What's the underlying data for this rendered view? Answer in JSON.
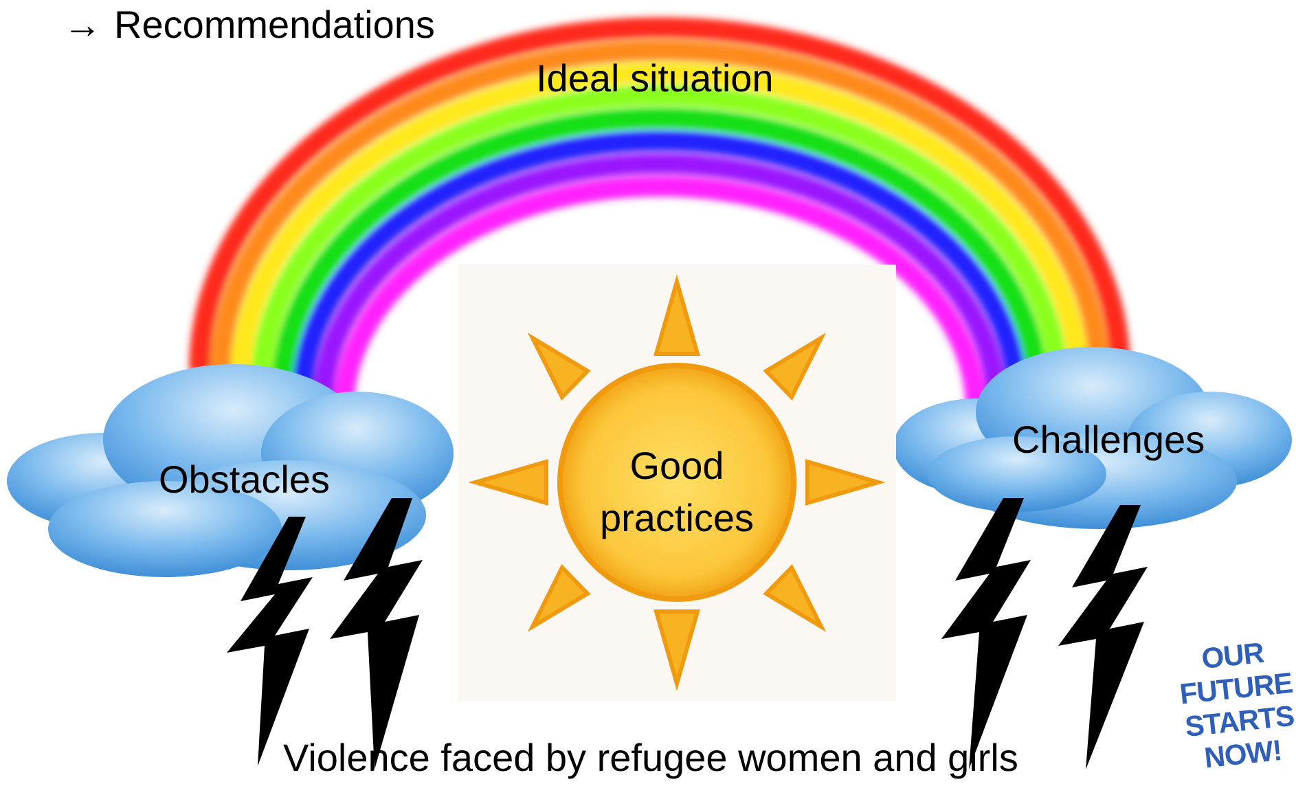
{
  "heading": {
    "arrow": "→",
    "text": "Recommendations"
  },
  "labels": {
    "ideal": "Ideal situation",
    "obstacles": "Obstacles",
    "challenges": "Challenges",
    "good_practices": "Good practices",
    "bottom": "Violence faced by refugee women and girls"
  },
  "logo": {
    "lines": [
      "OUR",
      "FUTURE",
      "STARTS",
      "NOW!"
    ]
  },
  "colors": {
    "rainbow": [
      "#ff2a1a",
      "#ff8a1a",
      "#ffe81a",
      "#8aff1a",
      "#14e014",
      "#2020ff",
      "#9a18ff",
      "#ff22ff"
    ],
    "cloud": "#5aa8e8",
    "sun": "#f7b321",
    "bolt": "#000000"
  }
}
